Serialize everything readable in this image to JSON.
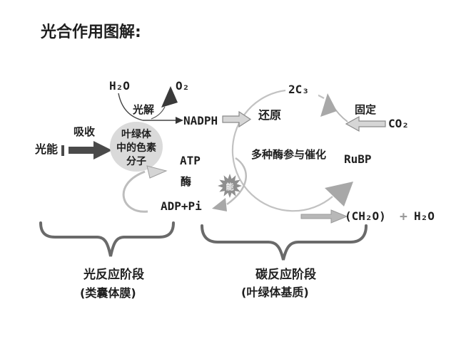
{
  "title": "光合作用图解:",
  "colors": {
    "text": "#1f1f1f",
    "dark_arrow": "#4a4a4a",
    "light_arrow": "#b5b5b5",
    "cycle_stroke": "#c2c2c2",
    "pigment_circle_fill": "#dadada",
    "starburst_fill": "#8f8f8f",
    "plus_gray": "#9a9a9a"
  },
  "light_reaction": {
    "light_energy": "光能",
    "absorb": "吸收",
    "pigment_line1": "叶绿体",
    "pigment_line2": "中的色素",
    "pigment_line3": "分子",
    "water_in": "H₂O",
    "photolysis": "光解",
    "oxygen": "O₂",
    "nadph": "NADPH",
    "atp": "ATP",
    "enzyme": "酶",
    "adp_pi": "ADP+Pi",
    "energy": "能"
  },
  "carbon_reaction": {
    "c3": "2C₃",
    "reduction": "还原",
    "fixation": "固定",
    "co2": "CO₂",
    "rubp": "RuBP",
    "enzymes_note": "多种酶参与催化",
    "product": "(CH₂O)",
    "plus": "+",
    "water_out": "H₂O"
  },
  "stages": {
    "light_stage": "光反应阶段",
    "light_stage_location": "(类囊体膜)",
    "carbon_stage": "碳反应阶段",
    "carbon_stage_location": "(叶绿体基质)"
  }
}
